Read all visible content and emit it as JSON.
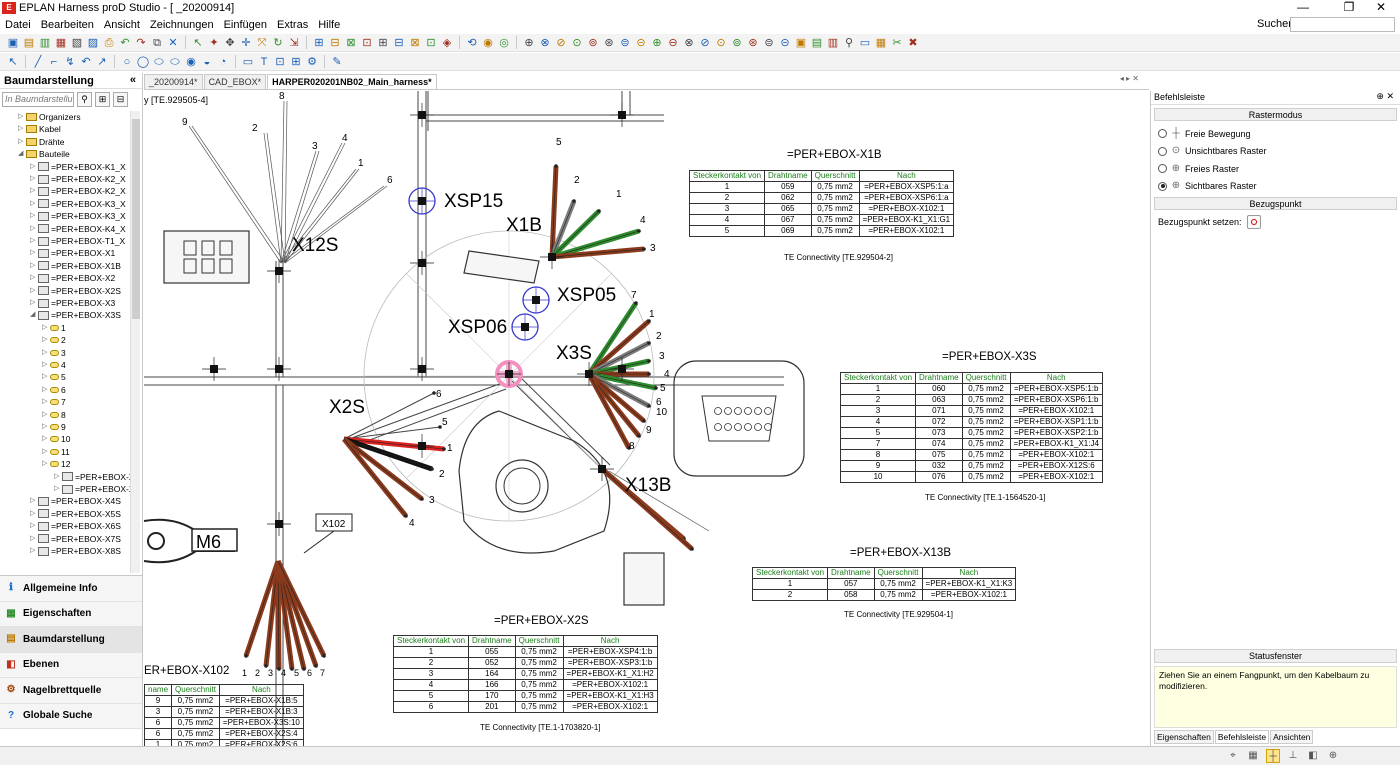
{
  "window": {
    "logo_text": "E",
    "title": "EPLAN Harness proD Studio - [                         _20200914]",
    "minimize": "—",
    "maximize": "❐",
    "close": "✕"
  },
  "menu": [
    "Datei",
    "Bearbeiten",
    "Ansicht",
    "Zeichnungen",
    "Einfügen",
    "Extras",
    "Hilfe"
  ],
  "search": {
    "label": "Suchen",
    "placeholder": ""
  },
  "left_panel": {
    "title": "Baumdarstellung",
    "collapse": "«",
    "filter_placeholder": "In Baumdarstellu",
    "tree": [
      {
        "label": "Organizers",
        "indent": 1,
        "icon": "folder"
      },
      {
        "label": "Kabel",
        "indent": 1,
        "icon": "folder"
      },
      {
        "label": "Drähte",
        "indent": 1,
        "icon": "folder"
      },
      {
        "label": "Bauteile",
        "indent": 1,
        "icon": "folder",
        "open": true
      },
      {
        "label": "=PER+EBOX-K1_X",
        "indent": 2,
        "icon": "part"
      },
      {
        "label": "=PER+EBOX-K2_X",
        "indent": 2,
        "icon": "part"
      },
      {
        "label": "=PER+EBOX-K2_X",
        "indent": 2,
        "icon": "part"
      },
      {
        "label": "=PER+EBOX-K3_X",
        "indent": 2,
        "icon": "part"
      },
      {
        "label": "=PER+EBOX-K3_X",
        "indent": 2,
        "icon": "part"
      },
      {
        "label": "=PER+EBOX-K4_X",
        "indent": 2,
        "icon": "part"
      },
      {
        "label": "=PER+EBOX-T1_X",
        "indent": 2,
        "icon": "part"
      },
      {
        "label": "=PER+EBOX-X1",
        "indent": 2,
        "icon": "part"
      },
      {
        "label": "=PER+EBOX-X1B",
        "indent": 2,
        "icon": "part"
      },
      {
        "label": "=PER+EBOX-X2",
        "indent": 2,
        "icon": "part"
      },
      {
        "label": "=PER+EBOX-X2S",
        "indent": 2,
        "icon": "part"
      },
      {
        "label": "=PER+EBOX-X3",
        "indent": 2,
        "icon": "part"
      },
      {
        "label": "=PER+EBOX-X3S",
        "indent": 2,
        "icon": "part",
        "open": true
      },
      {
        "label": "1",
        "indent": 3,
        "icon": "pin"
      },
      {
        "label": "2",
        "indent": 3,
        "icon": "pin"
      },
      {
        "label": "3",
        "indent": 3,
        "icon": "pin"
      },
      {
        "label": "4",
        "indent": 3,
        "icon": "pin"
      },
      {
        "label": "5",
        "indent": 3,
        "icon": "pin"
      },
      {
        "label": "6",
        "indent": 3,
        "icon": "pin"
      },
      {
        "label": "7",
        "indent": 3,
        "icon": "pin"
      },
      {
        "label": "8",
        "indent": 3,
        "icon": "pin"
      },
      {
        "label": "9",
        "indent": 3,
        "icon": "pin"
      },
      {
        "label": "10",
        "indent": 3,
        "icon": "pin"
      },
      {
        "label": "11",
        "indent": 3,
        "icon": "pin"
      },
      {
        "label": "12",
        "indent": 3,
        "icon": "pin"
      },
      {
        "label": "=PER+EBOX-X3",
        "indent": 4,
        "icon": "part"
      },
      {
        "label": "=PER+EBOX-X3",
        "indent": 4,
        "icon": "part"
      },
      {
        "label": "=PER+EBOX-X4S",
        "indent": 2,
        "icon": "part"
      },
      {
        "label": "=PER+EBOX-X5S",
        "indent": 2,
        "icon": "part"
      },
      {
        "label": "=PER+EBOX-X6S",
        "indent": 2,
        "icon": "part"
      },
      {
        "label": "=PER+EBOX-X7S",
        "indent": 2,
        "icon": "part"
      },
      {
        "label": "=PER+EBOX-X8S",
        "indent": 2,
        "icon": "part"
      }
    ],
    "nav": [
      {
        "label": "Allgemeine Info",
        "icon": "info-icon",
        "glyph": "ℹ",
        "color": "#1e6fd0"
      },
      {
        "label": "Eigenschaften",
        "icon": "properties-icon",
        "glyph": "▦",
        "color": "#2f8f2f"
      },
      {
        "label": "Baumdarstellung",
        "icon": "tree-icon",
        "glyph": "▤",
        "color": "#c07a00"
      },
      {
        "label": "Ebenen",
        "icon": "layers-icon",
        "glyph": "◧",
        "color": "#c03020"
      },
      {
        "label": "Nagelbrettquelle",
        "icon": "nailboard-icon",
        "glyph": "⚙",
        "color": "#a04000"
      },
      {
        "label": "Globale Suche",
        "icon": "global-search-icon",
        "glyph": "?",
        "color": "#1e6fd0"
      }
    ]
  },
  "tabs": [
    {
      "label": "                 _20200914*",
      "active": false
    },
    {
      "label": "CAD_EBOX*",
      "active": false
    },
    {
      "label": "HARPER020201NB02_Main_harness*",
      "active": true
    }
  ],
  "canvas": {
    "top_ref": "y [TE.929505-4]",
    "labels": {
      "xsp15": "XSP15",
      "x1b": "X1B",
      "xsp05": "XSP05",
      "xsp06": "XSP06",
      "x3s": "X3S",
      "x12s": "X12S",
      "x2s": "X2S",
      "x13b": "X13B",
      "m6": "M6",
      "x102": "X102"
    },
    "wire_numbers": {
      "x12s": [
        "9",
        "2",
        "8",
        "3",
        "4",
        "1",
        "6"
      ],
      "x1b": [
        "5",
        "2",
        "1",
        "4",
        "3"
      ],
      "x3s": [
        "7",
        "1",
        "2",
        "3",
        "4",
        "5",
        "6",
        "10",
        "9",
        "8"
      ],
      "x2s": [
        "6",
        "5",
        "1",
        "2",
        "3",
        "4"
      ]
    },
    "tables": [
      {
        "id": "x1b",
        "title": "=PER+EBOX-X1B",
        "headers": [
          "Steckerkontakt von",
          "Drahtname",
          "Querschnitt",
          "Nach"
        ],
        "rows": [
          [
            "1",
            "059",
            "0,75 mm2",
            "=PER+EBOX-XSP5:1:a"
          ],
          [
            "2",
            "062",
            "0,75 mm2",
            "=PER+EBOX-XSP6:1:a"
          ],
          [
            "3",
            "065",
            "0,75 mm2",
            "=PER+EBOX-X102:1"
          ],
          [
            "4",
            "067",
            "0,75 mm2",
            "=PER+EBOX-K1_X1:G1"
          ],
          [
            "5",
            "069",
            "0,75 mm2",
            "=PER+EBOX-X102:1"
          ]
        ],
        "footer": "TE Connectivity [TE.929504-2]"
      },
      {
        "id": "x3s",
        "title": "=PER+EBOX-X3S",
        "headers": [
          "Steckerkontakt von",
          "Drahtname",
          "Querschnitt",
          "Nach"
        ],
        "rows": [
          [
            "1",
            "060",
            "0,75 mm2",
            "=PER+EBOX-XSP5:1:b"
          ],
          [
            "2",
            "063",
            "0,75 mm2",
            "=PER+EBOX-XSP6:1:b"
          ],
          [
            "3",
            "071",
            "0,75 mm2",
            "=PER+EBOX-X102:1"
          ],
          [
            "4",
            "072",
            "0,75 mm2",
            "=PER+EBOX-XSP1:1:b"
          ],
          [
            "5",
            "073",
            "0,75 mm2",
            "=PER+EBOX-XSP2:1:b"
          ],
          [
            "7",
            "074",
            "0,75 mm2",
            "=PER+EBOX-K1_X1:J4"
          ],
          [
            "8",
            "075",
            "0,75 mm2",
            "=PER+EBOX-X102:1"
          ],
          [
            "9",
            "032",
            "0,75 mm2",
            "=PER+EBOX-X12S:6"
          ],
          [
            "10",
            "076",
            "0,75 mm2",
            "=PER+EBOX-X102:1"
          ]
        ],
        "footer": "TE Connectivity [TE.1-1564520-1]"
      },
      {
        "id": "x13b",
        "title": "=PER+EBOX-X13B",
        "headers": [
          "Steckerkontakt von",
          "Drahtname",
          "Querschnitt",
          "Nach"
        ],
        "rows": [
          [
            "1",
            "057",
            "0,75 mm2",
            "=PER+EBOX-K1_X1:K3"
          ],
          [
            "2",
            "058",
            "0,75 mm2",
            "=PER+EBOX-X102:1"
          ]
        ],
        "footer": "TE Connectivity [TE.929504-1]"
      },
      {
        "id": "x2s",
        "title": "=PER+EBOX-X2S",
        "headers": [
          "Steckerkontakt von",
          "Drahtname",
          "Querschnitt",
          "Nach"
        ],
        "rows": [
          [
            "1",
            "055",
            "0,75 mm2",
            "=PER+EBOX-XSP4:1:b"
          ],
          [
            "2",
            "052",
            "0,75 mm2",
            "=PER+EBOX-XSP3:1:b"
          ],
          [
            "3",
            "164",
            "0,75 mm2",
            "=PER+EBOX-K1_X1:H2"
          ],
          [
            "4",
            "166",
            "0,75 mm2",
            "=PER+EBOX-X102:1"
          ],
          [
            "5",
            "170",
            "0,75 mm2",
            "=PER+EBOX-K1_X1:H3"
          ],
          [
            "6",
            "201",
            "0,75 mm2",
            "=PER+EBOX-X102:1"
          ]
        ],
        "footer": "TE Connectivity [TE.1-1703820-1]"
      },
      {
        "id": "x102",
        "title": "ER+EBOX-X102",
        "headers": [
          "name",
          "Querschnitt",
          "Nach"
        ],
        "rows": [
          [
            "9",
            "0,75 mm2",
            "=PER+EBOX-X1B:5"
          ],
          [
            "3",
            "0,75 mm2",
            "=PER+EBOX-X1B:3"
          ],
          [
            "6",
            "0,75 mm2",
            "=PER+EBOX-X3S:10"
          ],
          [
            "6",
            "0,75 mm2",
            "=PER+EBOX-X2S:4"
          ],
          [
            "1",
            "0,75 mm2",
            "=PER+EBOX-X2S:6"
          ]
        ],
        "footer": ""
      }
    ]
  },
  "right_panel": {
    "title": "Befehlsleiste",
    "pin": "⊕ ✕",
    "raster_section": "Rastermodus",
    "raster_options": [
      {
        "label": "Freie Bewegung",
        "checked": false,
        "sym": "┼"
      },
      {
        "label": "Unsichtbares Raster",
        "checked": false,
        "sym": "⊙"
      },
      {
        "label": "Freies Raster",
        "checked": false,
        "sym": "⊕"
      },
      {
        "label": "Sichtbares Raster",
        "checked": true,
        "sym": "⊕"
      }
    ],
    "bezug_section": "Bezugspunkt",
    "bezug_label": "Bezugspunkt setzen:",
    "status_section": "Statusfenster",
    "status_text": "Ziehen Sie an einem Fangpunkt, um den Kabelbaum zu modifizieren.",
    "tabs": [
      "Eigenschaften",
      "Befehlsleiste",
      "Ansichten"
    ],
    "active_tab": 1
  }
}
